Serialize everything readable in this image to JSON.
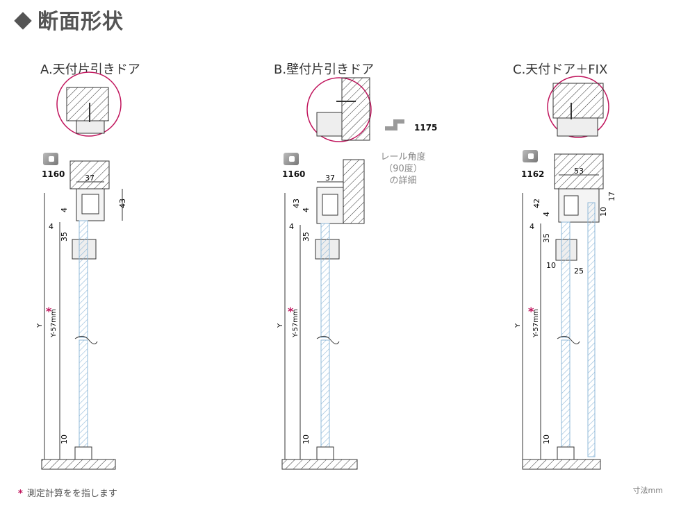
{
  "page_title": "断面形状",
  "sections": [
    {
      "title": "A.天付片引きドア",
      "profile_code": "1160",
      "dims": {
        "width": "37",
        "top": "43",
        "a": "4",
        "b": "4",
        "c": "35",
        "bottom": "10"
      },
      "y": "Y",
      "y57": "Y-57mm"
    },
    {
      "title": "B.壁付片引きドア",
      "profile_code": "1160",
      "dims": {
        "width": "37",
        "top": "43",
        "a": "4",
        "b": "4",
        "c": "35",
        "bottom": "10"
      },
      "y": "Y",
      "y57": "Y-57mm"
    },
    {
      "title": "C.天付ドア＋FIX",
      "profile_code": "1162",
      "dims": {
        "width": "53",
        "top": "42",
        "a": "4",
        "b": "4",
        "c": "35",
        "d": "10",
        "e": "25",
        "f": "17",
        "g": "10",
        "bottom": "10"
      },
      "y": "Y",
      "y57": "Y-57mm"
    }
  ],
  "bracket_code": "1175",
  "rail_note": [
    "レール角度",
    "（90度）",
    "の詳細"
  ],
  "asterisk": "*",
  "footnote": "測定計算をを指します",
  "unit": "寸法mm",
  "colors": {
    "accent": "#c0145c",
    "glass": "#8fb8d8",
    "line": "#333333"
  }
}
